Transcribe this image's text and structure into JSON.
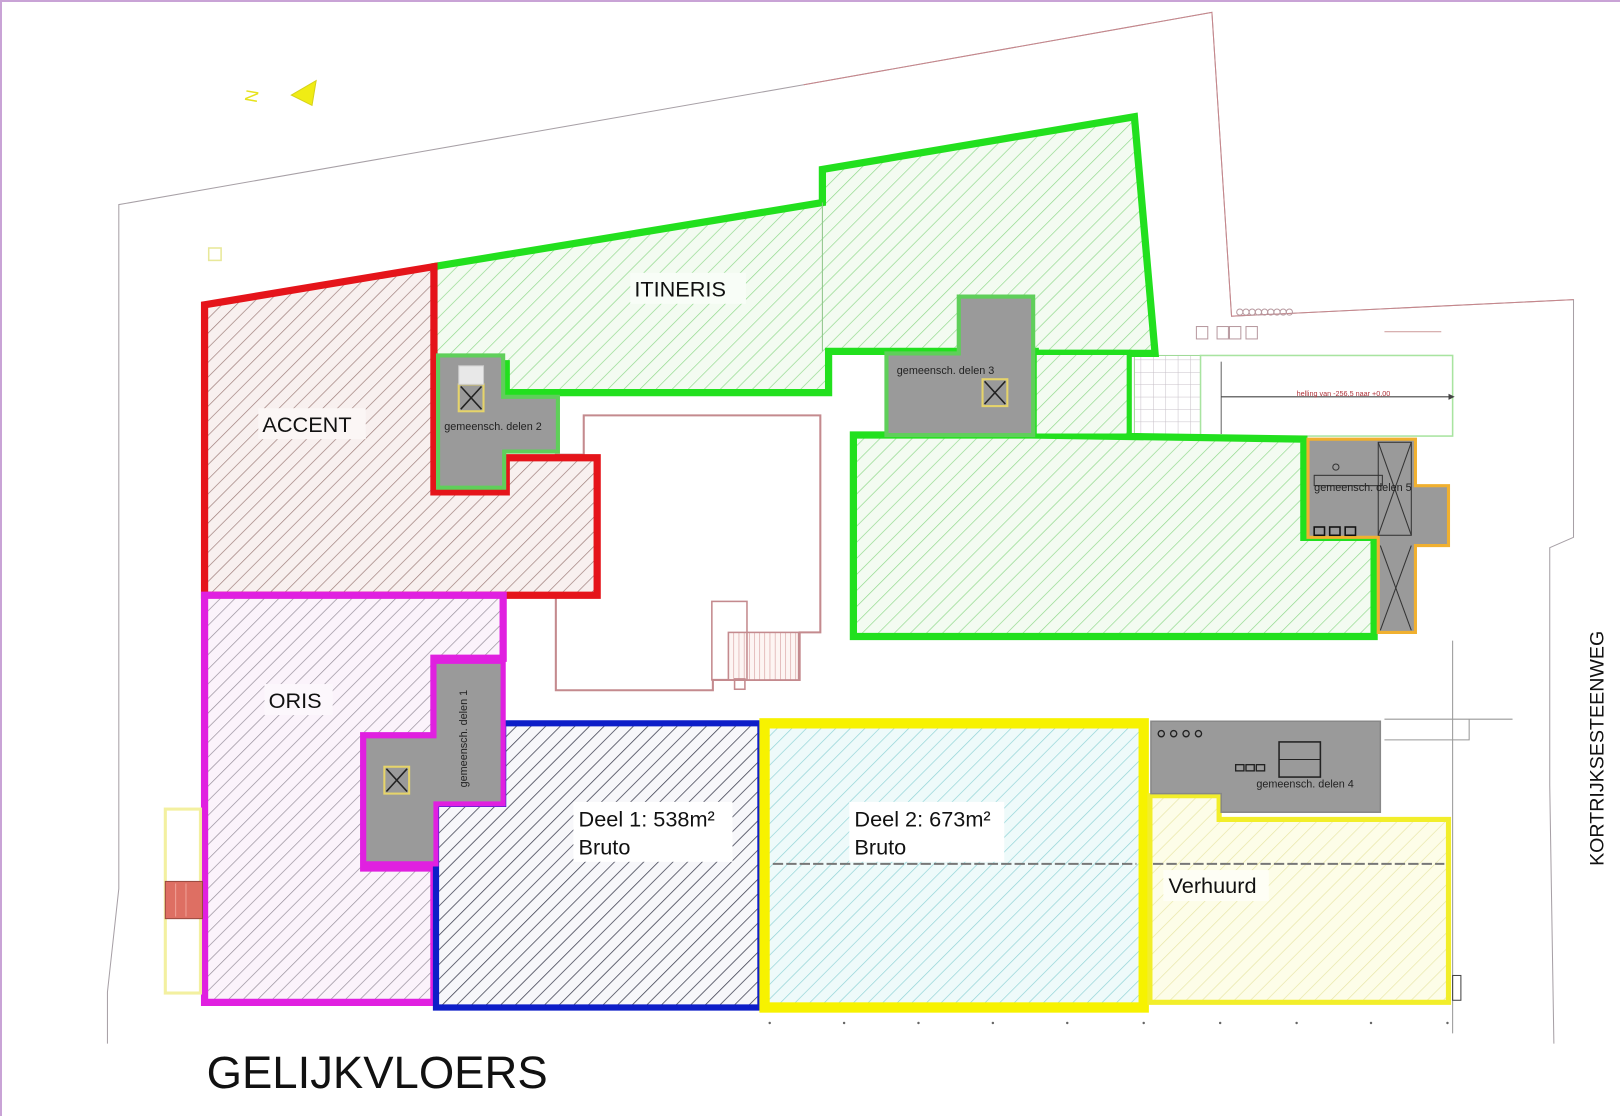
{
  "plan": {
    "title": "GELIJKVLOERS",
    "street": "KORTRIJKSESTEENWEG",
    "north_marker": "N",
    "ramp_note": "helling van -256,5 naar +0,00"
  },
  "units": [
    {
      "id": "itineris",
      "label": "ITINERIS",
      "color": "#22e01e",
      "status": "occupied"
    },
    {
      "id": "accent",
      "label": "ACCENT",
      "color": "#e5141a",
      "status": "occupied"
    },
    {
      "id": "oris",
      "label": "ORIS",
      "color": "#e020e0",
      "status": "occupied"
    },
    {
      "id": "deel1",
      "label": "Deel 1: 538m²",
      "sublabel": "Bruto",
      "area_m2": 538,
      "color": "#0d1ec8",
      "status": "available"
    },
    {
      "id": "deel2",
      "label": "Deel 2: 673m²",
      "sublabel": "Bruto",
      "area_m2": 673,
      "color": "#f7f200",
      "status": "available"
    },
    {
      "id": "verhuurd",
      "label": "Verhuurd",
      "color": "#f2ee2a",
      "status": "rented"
    }
  ],
  "common_areas": [
    {
      "id": "cd1",
      "label": "gemeensch. delen 1"
    },
    {
      "id": "cd2",
      "label": "gemeensch. delen 2"
    },
    {
      "id": "cd3",
      "label": "gemeensch. delen 3"
    },
    {
      "id": "cd4",
      "label": "gemeensch. delen 4"
    },
    {
      "id": "cd5",
      "label": "gemeensch. delen 5"
    }
  ],
  "colors": {
    "itineris_fill": "#eef9ec",
    "accent_fill": "#f6ecea",
    "oris_fill": "#f8eef8",
    "deel1_fill": "#f2f2f6",
    "deel2_fill": "#e6f7f7",
    "verhuurd_fill": "#fbfbe2",
    "common_gray": "#9a9a9a",
    "outline": "#c89a9a"
  }
}
